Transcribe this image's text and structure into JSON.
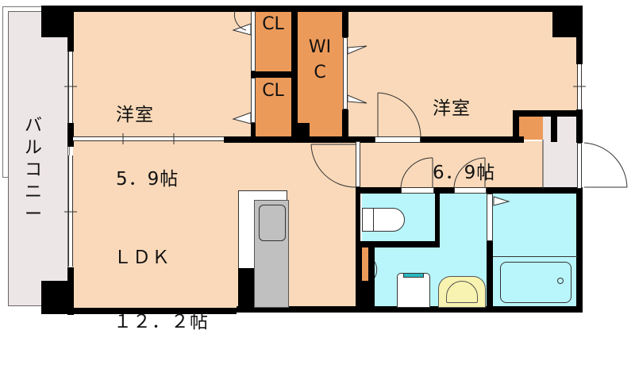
{
  "floorplan": {
    "colors": {
      "room": "#f9d9b9",
      "closet": "#ec9a5a",
      "wet": "#b9f6fb",
      "balcony": "#ede6e6",
      "entrance": "#ede6e6",
      "wall": "#000000",
      "counter": "#c0c0c0",
      "vanity": "#f8f3b0"
    },
    "rooms": {
      "western_room_1": {
        "name": "洋室",
        "size": "5．9帖"
      },
      "western_room_2": {
        "name": "洋室",
        "size": "6．9帖"
      },
      "ldk": {
        "name": "ＬＤＫ",
        "size": "１２．２帖"
      },
      "closet_1": {
        "label": "CL"
      },
      "closet_2": {
        "label": "CL"
      },
      "walk_in_closet": {
        "label": "WIC"
      },
      "balcony": {
        "label": "バルコニー"
      }
    },
    "fixtures": [
      "toilet",
      "washing-machine-pan",
      "washbasin",
      "bathtub",
      "kitchen-counter",
      "sink"
    ]
  }
}
